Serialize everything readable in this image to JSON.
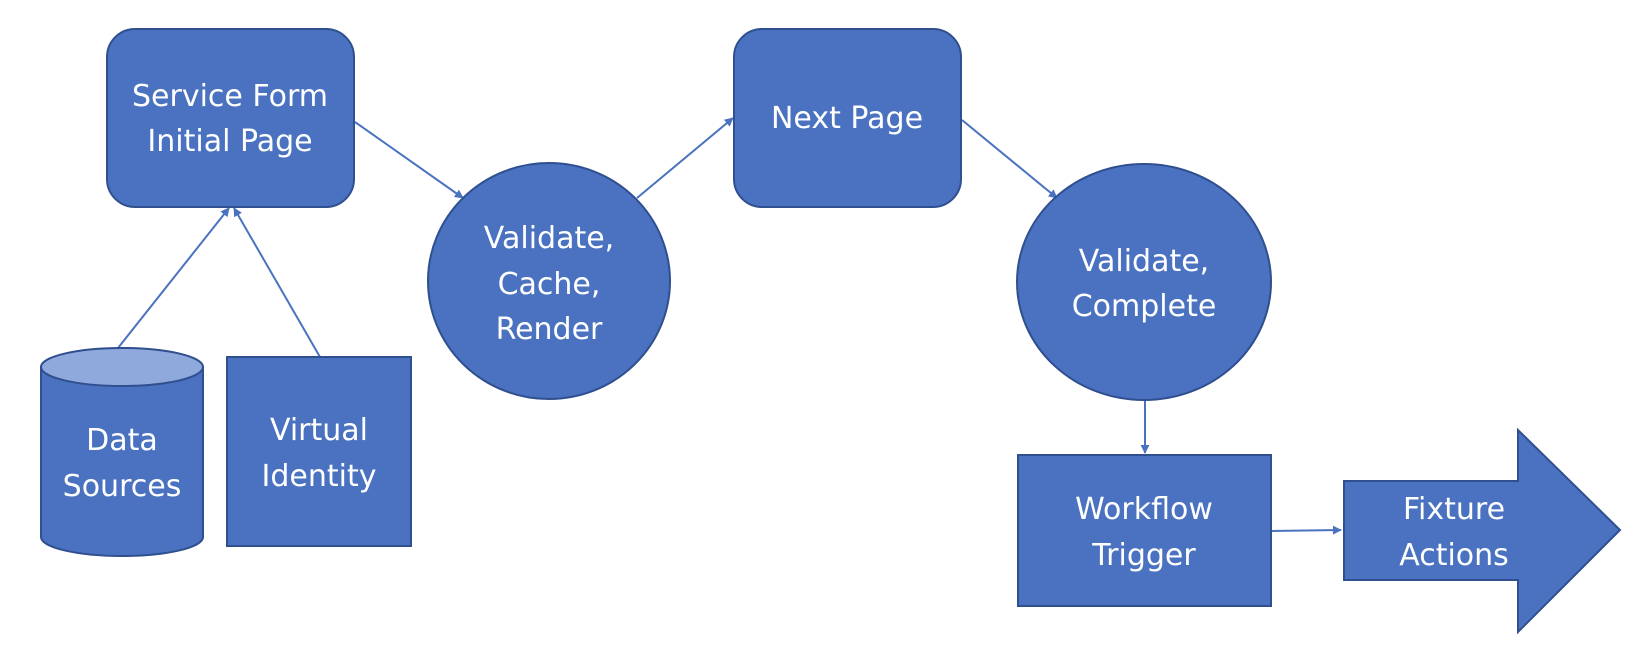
{
  "colors": {
    "fill": "#4a72c0",
    "stroke": "#2f4f8f",
    "cylinder_top": "#8fa9dc",
    "connector": "#4a72c0",
    "text": "#ffffff",
    "background": "#ffffff"
  },
  "nodes": {
    "service_form": {
      "line1": "Service Form",
      "line2": "Initial Page"
    },
    "validate_cache": {
      "line1": "Validate,",
      "line2": "Cache,",
      "line3": "Render"
    },
    "next_page": {
      "line1": "Next Page"
    },
    "validate_complete": {
      "line1": "Validate,",
      "line2": "Complete"
    },
    "data_sources": {
      "line1": "Data",
      "line2": "Sources"
    },
    "virtual_identity": {
      "line1": "Virtual",
      "line2": "Identity"
    },
    "workflow_trigger": {
      "line1": "Workflow",
      "line2": "Trigger"
    },
    "fixture_actions": {
      "line1": "Fixture",
      "line2": "Actions"
    }
  }
}
